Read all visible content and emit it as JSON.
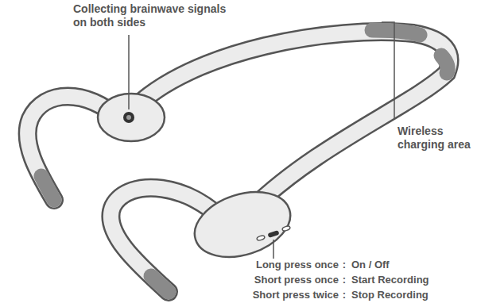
{
  "diagram": {
    "labels": [
      "Collecting brainwave signals on both sides",
      "Wireless charging area",
      "Long press once",
      ":",
      "On / Off",
      "Short press once",
      ":",
      "Start Recording",
      "Short press twice",
      ":",
      "Stop Recording"
    ]
  }
}
